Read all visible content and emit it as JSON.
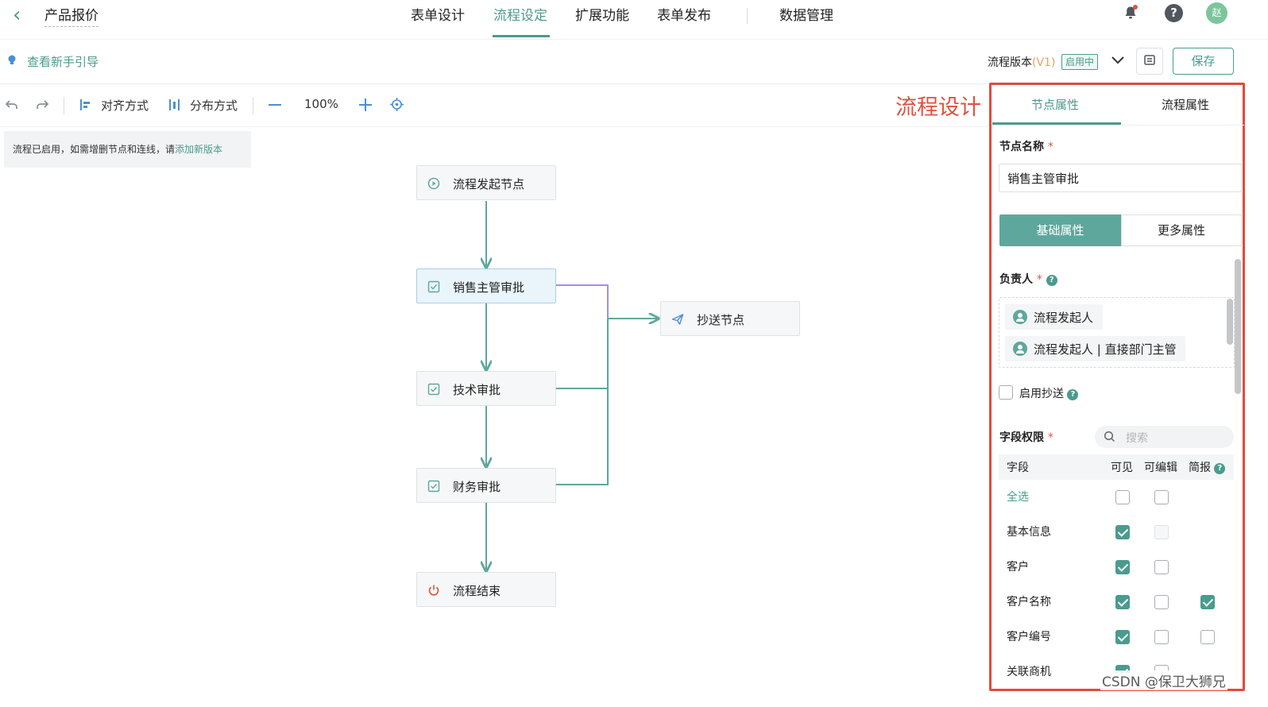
{
  "header": {
    "back_icon": "chevron-left-icon",
    "app_title": "产品报价",
    "tabs": [
      "表单设计",
      "流程设定",
      "扩展功能",
      "表单发布",
      "数据管理"
    ],
    "active_tab": "流程设定",
    "avatar_text": "赵"
  },
  "subbar": {
    "guide_link": "查看新手引导",
    "version_label": "流程版本",
    "version_num": "(V1)",
    "version_status": "启用中",
    "save_label": "保存"
  },
  "toolbar": {
    "align_label": "对齐方式",
    "distribute_label": "分布方式",
    "zoom": "100%"
  },
  "canvas": {
    "label": "流程设计",
    "notice_text": "流程已启用，如需增删节点和连线，请",
    "notice_link": "添加新版本",
    "nodes": [
      {
        "label": "流程发起节点",
        "icon": "play-circle-icon"
      },
      {
        "label": "销售主管审批",
        "icon": "approve-icon"
      },
      {
        "label": "技术审批",
        "icon": "approve-icon"
      },
      {
        "label": "财务审批",
        "icon": "approve-icon"
      },
      {
        "label": "流程结束",
        "icon": "power-icon"
      },
      {
        "label": "抄送节点",
        "icon": "send-icon"
      }
    ]
  },
  "panel": {
    "tabs": [
      "节点属性",
      "流程属性"
    ],
    "active_tab": "节点属性",
    "node_name_label": "节点名称",
    "node_name_value": "销售主管审批",
    "subtabs": [
      "基础属性",
      "更多属性"
    ],
    "assignee_label": "负责人",
    "assignees": [
      "流程发起人",
      "流程发起人 | 直接部门主管"
    ],
    "cc_label": "启用抄送",
    "field_perm_label": "字段权限",
    "search_placeholder": "搜索",
    "columns": [
      "字段",
      "可见",
      "可编辑",
      "简报"
    ],
    "select_all": "全选",
    "fields": [
      {
        "name": "基本信息",
        "visible": true,
        "editable": false,
        "editable_disabled": true
      },
      {
        "name": "客户",
        "visible": true,
        "editable": false
      },
      {
        "name": "客户名称",
        "visible": true,
        "editable": false,
        "brief": true
      },
      {
        "name": "客户编号",
        "visible": true,
        "editable": false,
        "brief": false
      },
      {
        "name": "关联商机",
        "visible": true,
        "editable": false
      }
    ]
  },
  "watermark": "CSDN @保卫大狮兄",
  "colors": {
    "accent": "#4a9b8e",
    "highlight": "#e24a3b"
  }
}
